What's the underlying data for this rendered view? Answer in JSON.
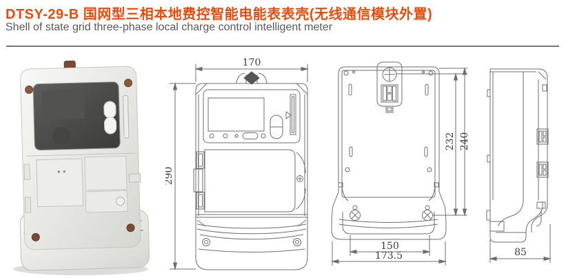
{
  "header": {
    "title": "DTSY-29-B 国网型三相本地费控智能电能表表壳(无线通信模块外置)",
    "subtitle": "Shell of state grid three-phase local charge control intelligent meter"
  },
  "colors": {
    "title": "#e84c0c",
    "subtitle": "#57585a",
    "drawing_line": "#6e6e6e",
    "dimension_text": "#3c3c3c",
    "shell_body": "#e9e9e5",
    "shell_window": "#4a4a48"
  },
  "views": {
    "front": {
      "width": "170",
      "height": "290"
    },
    "back": {
      "mount_height": "232",
      "overall_mount_height": "240",
      "inner_width": "150",
      "overall_width": "173.5"
    },
    "side": {
      "depth": "85"
    }
  }
}
